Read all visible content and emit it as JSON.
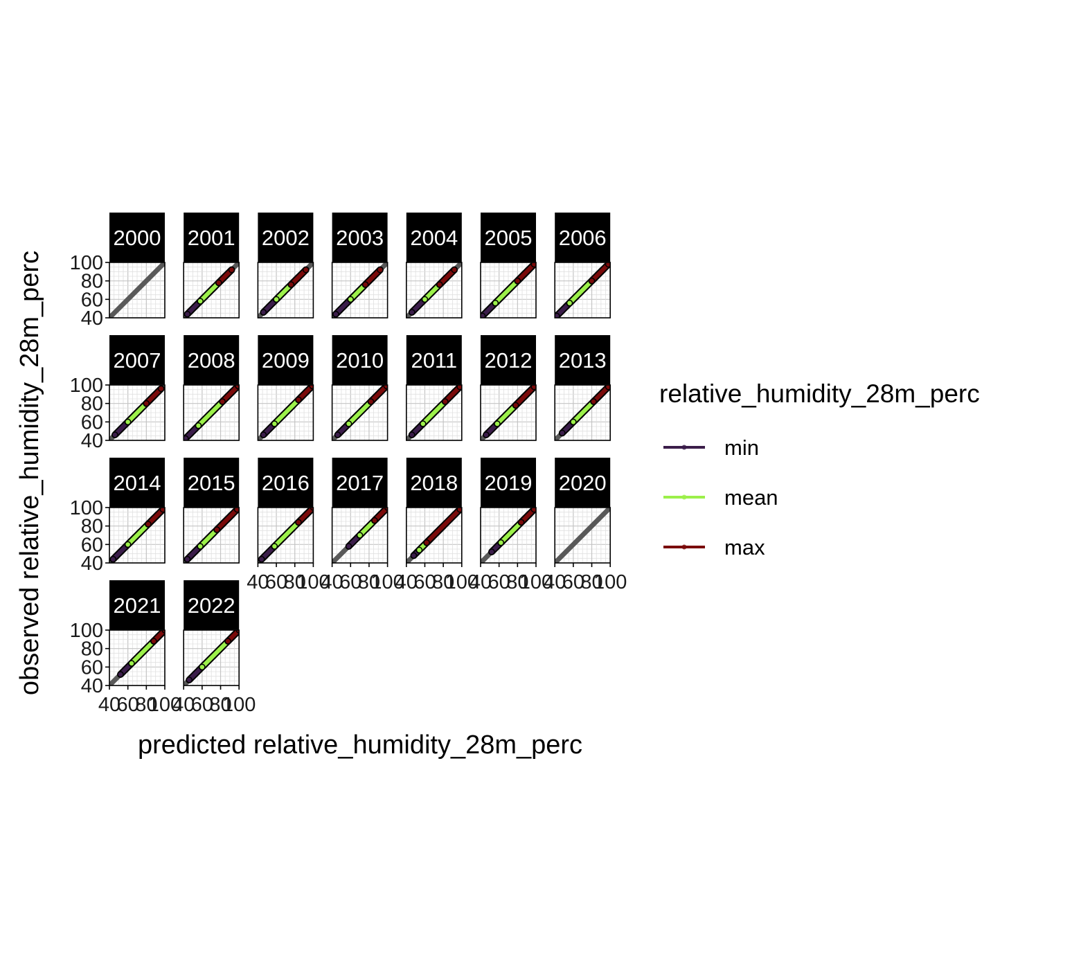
{
  "chart_data": {
    "type": "scatter",
    "facet_variable": "year",
    "facets": [
      "2000",
      "2001",
      "2002",
      "2003",
      "2004",
      "2005",
      "2006",
      "2007",
      "2008",
      "2009",
      "2010",
      "2011",
      "2012",
      "2013",
      "2014",
      "2015",
      "2016",
      "2017",
      "2018",
      "2019",
      "2020",
      "2021",
      "2022"
    ],
    "xlabel": "predicted relative_humidity_28m_perc",
    "ylabel": "observed relative_humidity_28m_perc",
    "xlim": [
      40,
      100
    ],
    "ylim": [
      40,
      100
    ],
    "x_ticks": [
      "40",
      "60",
      "80",
      "100"
    ],
    "y_ticks": [
      "40",
      "60",
      "80",
      "100"
    ],
    "reference_line": {
      "slope": 1,
      "intercept": 0,
      "color": "#595959"
    },
    "legend": {
      "title": "relative_humidity_28m_perc",
      "position": "right",
      "entries": [
        {
          "label": "min",
          "color": "#3b1d4a"
        },
        {
          "label": "mean",
          "color": "#9cf04a"
        },
        {
          "label": "max",
          "color": "#7a0a0a"
        }
      ]
    },
    "series_ranges": {
      "2000": {},
      "2001": {
        "min": [
          44,
          74
        ],
        "mean": [
          58,
          86
        ],
        "max": [
          78,
          92
        ]
      },
      "2002": {
        "min": [
          46,
          72
        ],
        "mean": [
          60,
          84
        ],
        "max": [
          76,
          92
        ]
      },
      "2003": {
        "min": [
          44,
          74
        ],
        "mean": [
          60,
          86
        ],
        "max": [
          76,
          92
        ]
      },
      "2004": {
        "min": [
          46,
          72
        ],
        "mean": [
          60,
          84
        ],
        "max": [
          76,
          92
        ]
      },
      "2005": {
        "min": [
          42,
          78
        ],
        "mean": [
          56,
          92
        ],
        "max": [
          80,
          98
        ]
      },
      "2006": {
        "min": [
          42,
          76
        ],
        "mean": [
          56,
          92
        ],
        "max": [
          80,
          98
        ]
      },
      "2007": {
        "min": [
          46,
          74
        ],
        "mean": [
          60,
          90
        ],
        "max": [
          80,
          96
        ]
      },
      "2008": {
        "min": [
          42,
          80
        ],
        "mean": [
          56,
          94
        ],
        "max": [
          82,
          99
        ]
      },
      "2009": {
        "min": [
          46,
          78
        ],
        "mean": [
          58,
          94
        ],
        "max": [
          84,
          99
        ]
      },
      "2010": {
        "min": [
          46,
          76
        ],
        "mean": [
          58,
          94
        ],
        "max": [
          82,
          99
        ]
      },
      "2011": {
        "min": [
          46,
          78
        ],
        "mean": [
          58,
          94
        ],
        "max": [
          82,
          98
        ]
      },
      "2012": {
        "min": [
          46,
          76
        ],
        "mean": [
          58,
          92
        ],
        "max": [
          78,
          98
        ]
      },
      "2013": {
        "min": [
          48,
          76
        ],
        "mean": [
          60,
          92
        ],
        "max": [
          82,
          98
        ]
      },
      "2014": {
        "min": [
          44,
          74
        ],
        "mean": [
          60,
          92
        ],
        "max": [
          82,
          98
        ]
      },
      "2015": {
        "min": [
          44,
          72
        ],
        "mean": [
          58,
          92
        ],
        "max": [
          76,
          98
        ]
      },
      "2016": {
        "min": [
          44,
          78
        ],
        "mean": [
          58,
          96
        ],
        "max": [
          84,
          100
        ]
      },
      "2017": {
        "min": [
          58,
          82
        ],
        "mean": [
          70,
          98
        ],
        "max": [
          86,
          100
        ]
      },
      "2018": {
        "min": [
          48,
          66
        ],
        "mean": [
          54,
          80
        ],
        "max": [
          62,
          98
        ]
      },
      "2019": {
        "min": [
          52,
          80
        ],
        "mean": [
          62,
          94
        ],
        "max": [
          84,
          98
        ]
      },
      "2020": {},
      "2021": {
        "min": [
          52,
          82
        ],
        "mean": [
          64,
          98
        ],
        "max": [
          88,
          100
        ]
      },
      "2022": {
        "min": [
          46,
          82
        ],
        "mean": [
          60,
          98
        ],
        "max": [
          88,
          100
        ]
      }
    }
  }
}
